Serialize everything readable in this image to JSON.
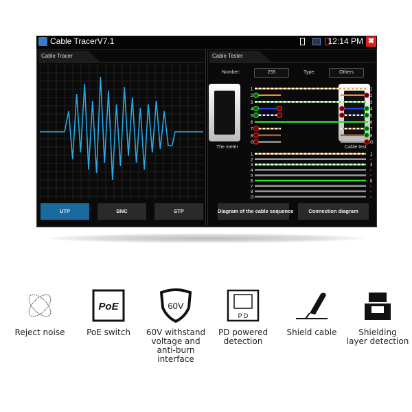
{
  "app": {
    "title": "Cable TracerV7.1",
    "time": "12:14 PM",
    "close": "✖"
  },
  "tracer": {
    "tab": "Cable Tracer",
    "buttons": [
      "UTP",
      "BNC",
      "STP"
    ],
    "active": "UTP"
  },
  "tester": {
    "tab": "Cable Tester",
    "number_label": "Number:",
    "number": "255",
    "type_label": "Type:",
    "type": "Others",
    "meter_label": "The meter",
    "cable_label": "Cable test",
    "pins": [
      "1",
      "2",
      "3",
      "4",
      "5",
      "6",
      "7",
      "8",
      "G"
    ],
    "buttons": [
      "Diagram of the cable sequence",
      "Connection diagram"
    ]
  },
  "features": [
    {
      "icon": "reject-noise-icon",
      "lines": [
        "Reject noise"
      ]
    },
    {
      "icon": "poe-icon",
      "lines": [
        "PoE switch"
      ],
      "badge": "PoE"
    },
    {
      "icon": "shield-60v-icon",
      "lines": [
        "60V withstand",
        "voltage and",
        "anti-burn interface"
      ],
      "badge": "60V"
    },
    {
      "icon": "pd-icon",
      "lines": [
        "PD powered",
        "detection"
      ],
      "badge": "P D"
    },
    {
      "icon": "shield-cable-icon",
      "lines": [
        "Shield cable"
      ]
    },
    {
      "icon": "shielding-layer-icon",
      "lines": [
        "Shielding",
        "layer detection"
      ]
    }
  ]
}
